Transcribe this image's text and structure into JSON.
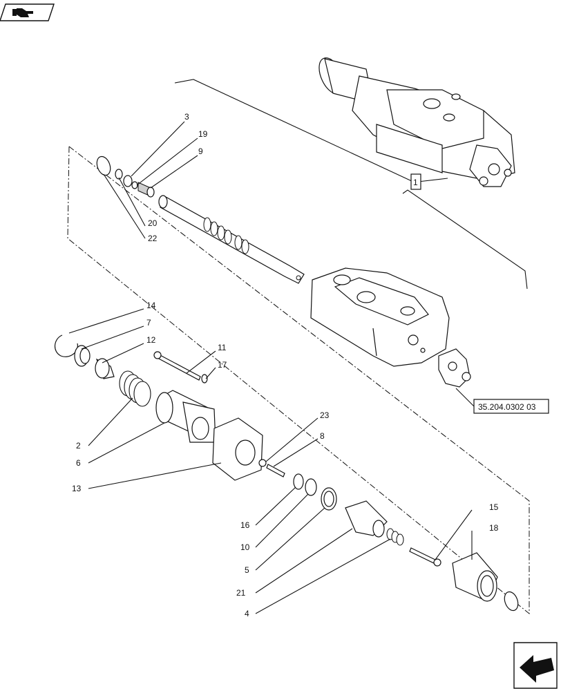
{
  "nav": {
    "top_nav_icon": "hand-pointer-icon",
    "bottom_nav_icon": "arrow-left-icon"
  },
  "reference_box": {
    "label": "1"
  },
  "cross_reference": {
    "label": "35.204.0302 03"
  },
  "callouts": {
    "c1": "3",
    "c2": "19",
    "c3": "9",
    "c4": "20",
    "c5": "22",
    "c6": "14",
    "c7": "7",
    "c8": "12",
    "c9": "11",
    "c10": "17",
    "c11": "2",
    "c12": "6",
    "c13": "13",
    "c14": "23",
    "c15": "8",
    "c16": "16",
    "c17": "10",
    "c18": "5",
    "c19": "21",
    "c20": "4",
    "c21": "15",
    "c22": "18"
  }
}
